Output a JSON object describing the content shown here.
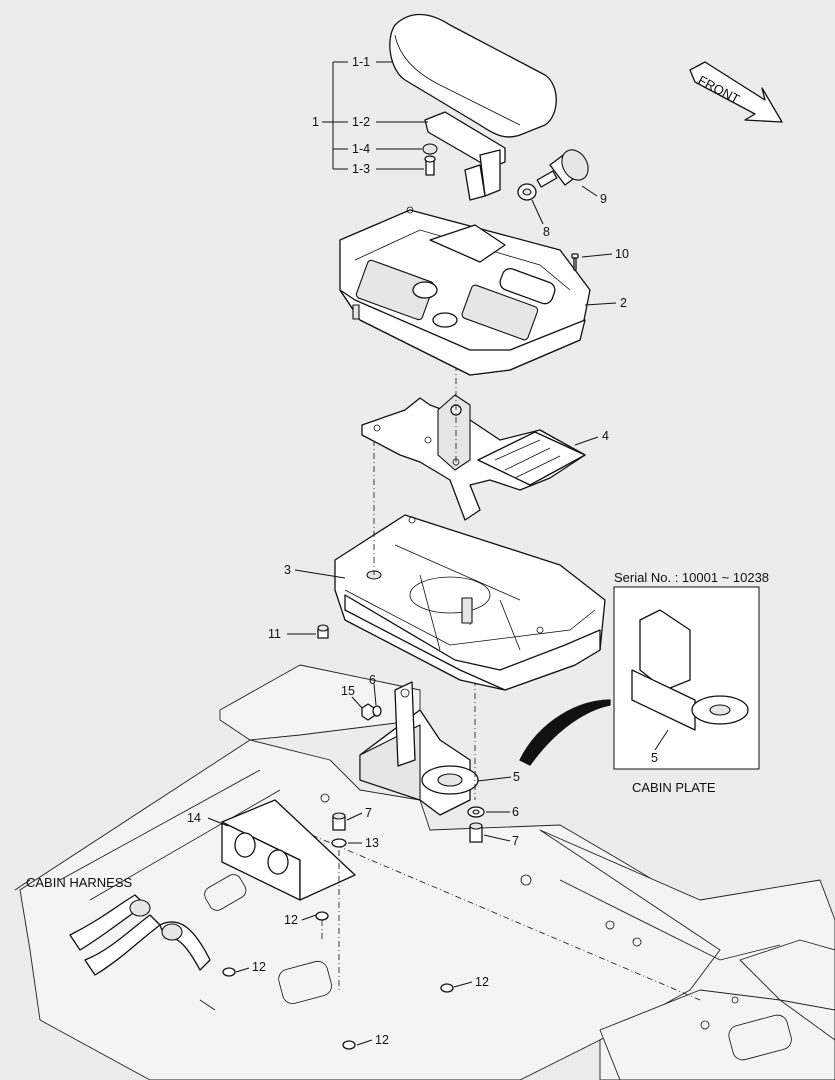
{
  "callouts": {
    "c1": "1",
    "c1_1": "1-1",
    "c1_2": "1-2",
    "c1_3": "1-3",
    "c1_4": "1-4",
    "c2": "2",
    "c3": "3",
    "c4": "4",
    "c5": "5",
    "c5_inset": "5",
    "c6a": "6",
    "c6b": "6",
    "c7a": "7",
    "c7b": "7",
    "c8": "8",
    "c9": "9",
    "c10": "10",
    "c11": "11",
    "c12a": "12",
    "c12b": "12",
    "c12c": "12",
    "c12d": "12",
    "c13": "13",
    "c14": "14",
    "c15": "15"
  },
  "front_label": "FRONT",
  "inset": {
    "serial": "Serial No. : 10001 ~ 10238",
    "caption": "CABIN PLATE"
  },
  "cabin_harness_label": "CABIN HARNESS",
  "colors": {
    "background": "#ececec",
    "line": "#111111",
    "part_fill": "#ffffff"
  }
}
